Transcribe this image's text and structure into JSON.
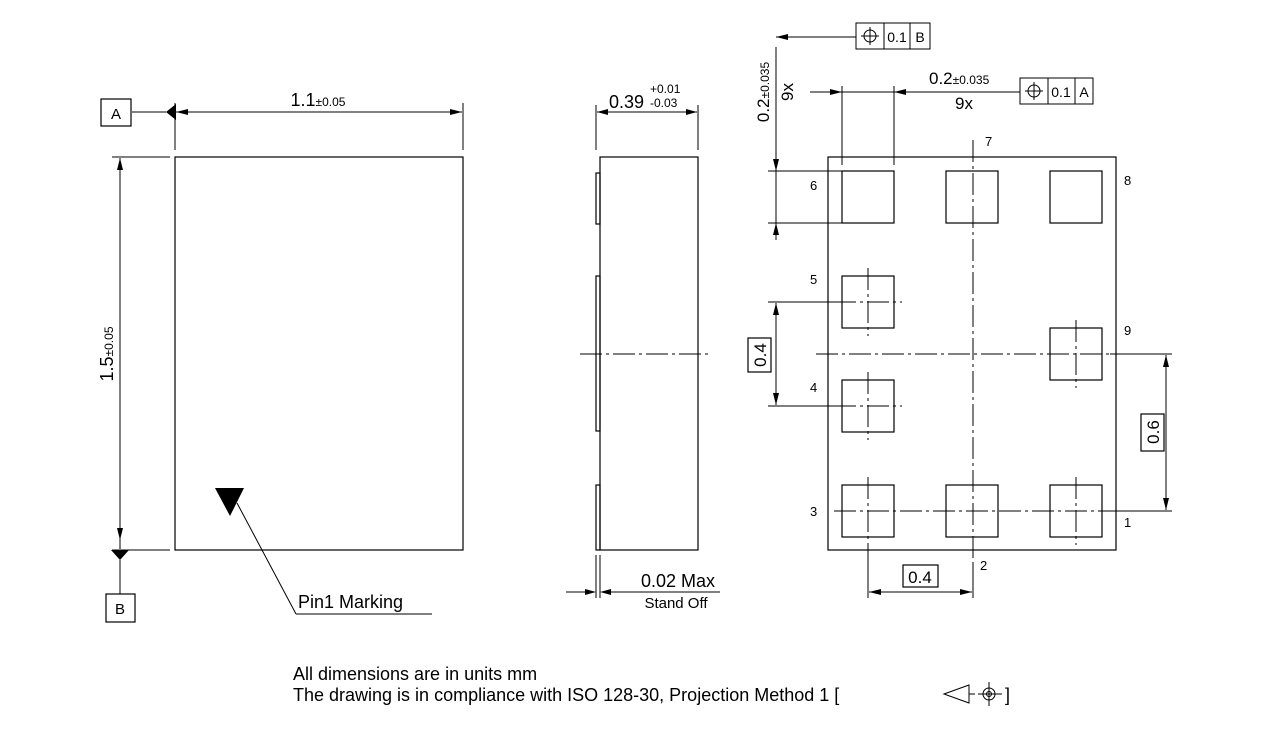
{
  "datums": {
    "a": "A",
    "b": "B"
  },
  "top_view": {
    "width_dim": "1.1",
    "width_tol": "±0.05",
    "height_dim": "1.5",
    "height_tol": "±0.05",
    "pin1_label": "Pin1 Marking"
  },
  "side_view": {
    "thickness_dim": "0.39",
    "tol_plus": "+0.01",
    "tol_minus": "-0.03",
    "standoff_value": "0.02 Max",
    "standoff_label": "Stand Off"
  },
  "bottom_view": {
    "pad_width_dim": "0.2",
    "pad_width_tol": "±0.035",
    "pad_width_count": "9x",
    "pad_height_dim": "0.2",
    "pad_height_tol": "±0.035",
    "pad_height_count": "9x",
    "fcf_top": {
      "tolerance": "0.1",
      "datum": "B"
    },
    "fcf_right": {
      "tolerance": "0.1",
      "datum": "A"
    },
    "pitch_vertical": "0.4",
    "pitch_right": "0.6",
    "pitch_horizontal": "0.4",
    "pins": [
      "1",
      "2",
      "3",
      "4",
      "5",
      "6",
      "7",
      "8",
      "9"
    ]
  },
  "notes": {
    "line1": "All dimensions are in units mm",
    "line2_prefix": "The drawing is in compliance with ISO 128-30, Projection Method 1 [",
    "line2_suffix": "]"
  },
  "icons": {
    "position_symbol": "position-tolerance-icon",
    "projection_symbol": "first-angle-projection-icon"
  }
}
